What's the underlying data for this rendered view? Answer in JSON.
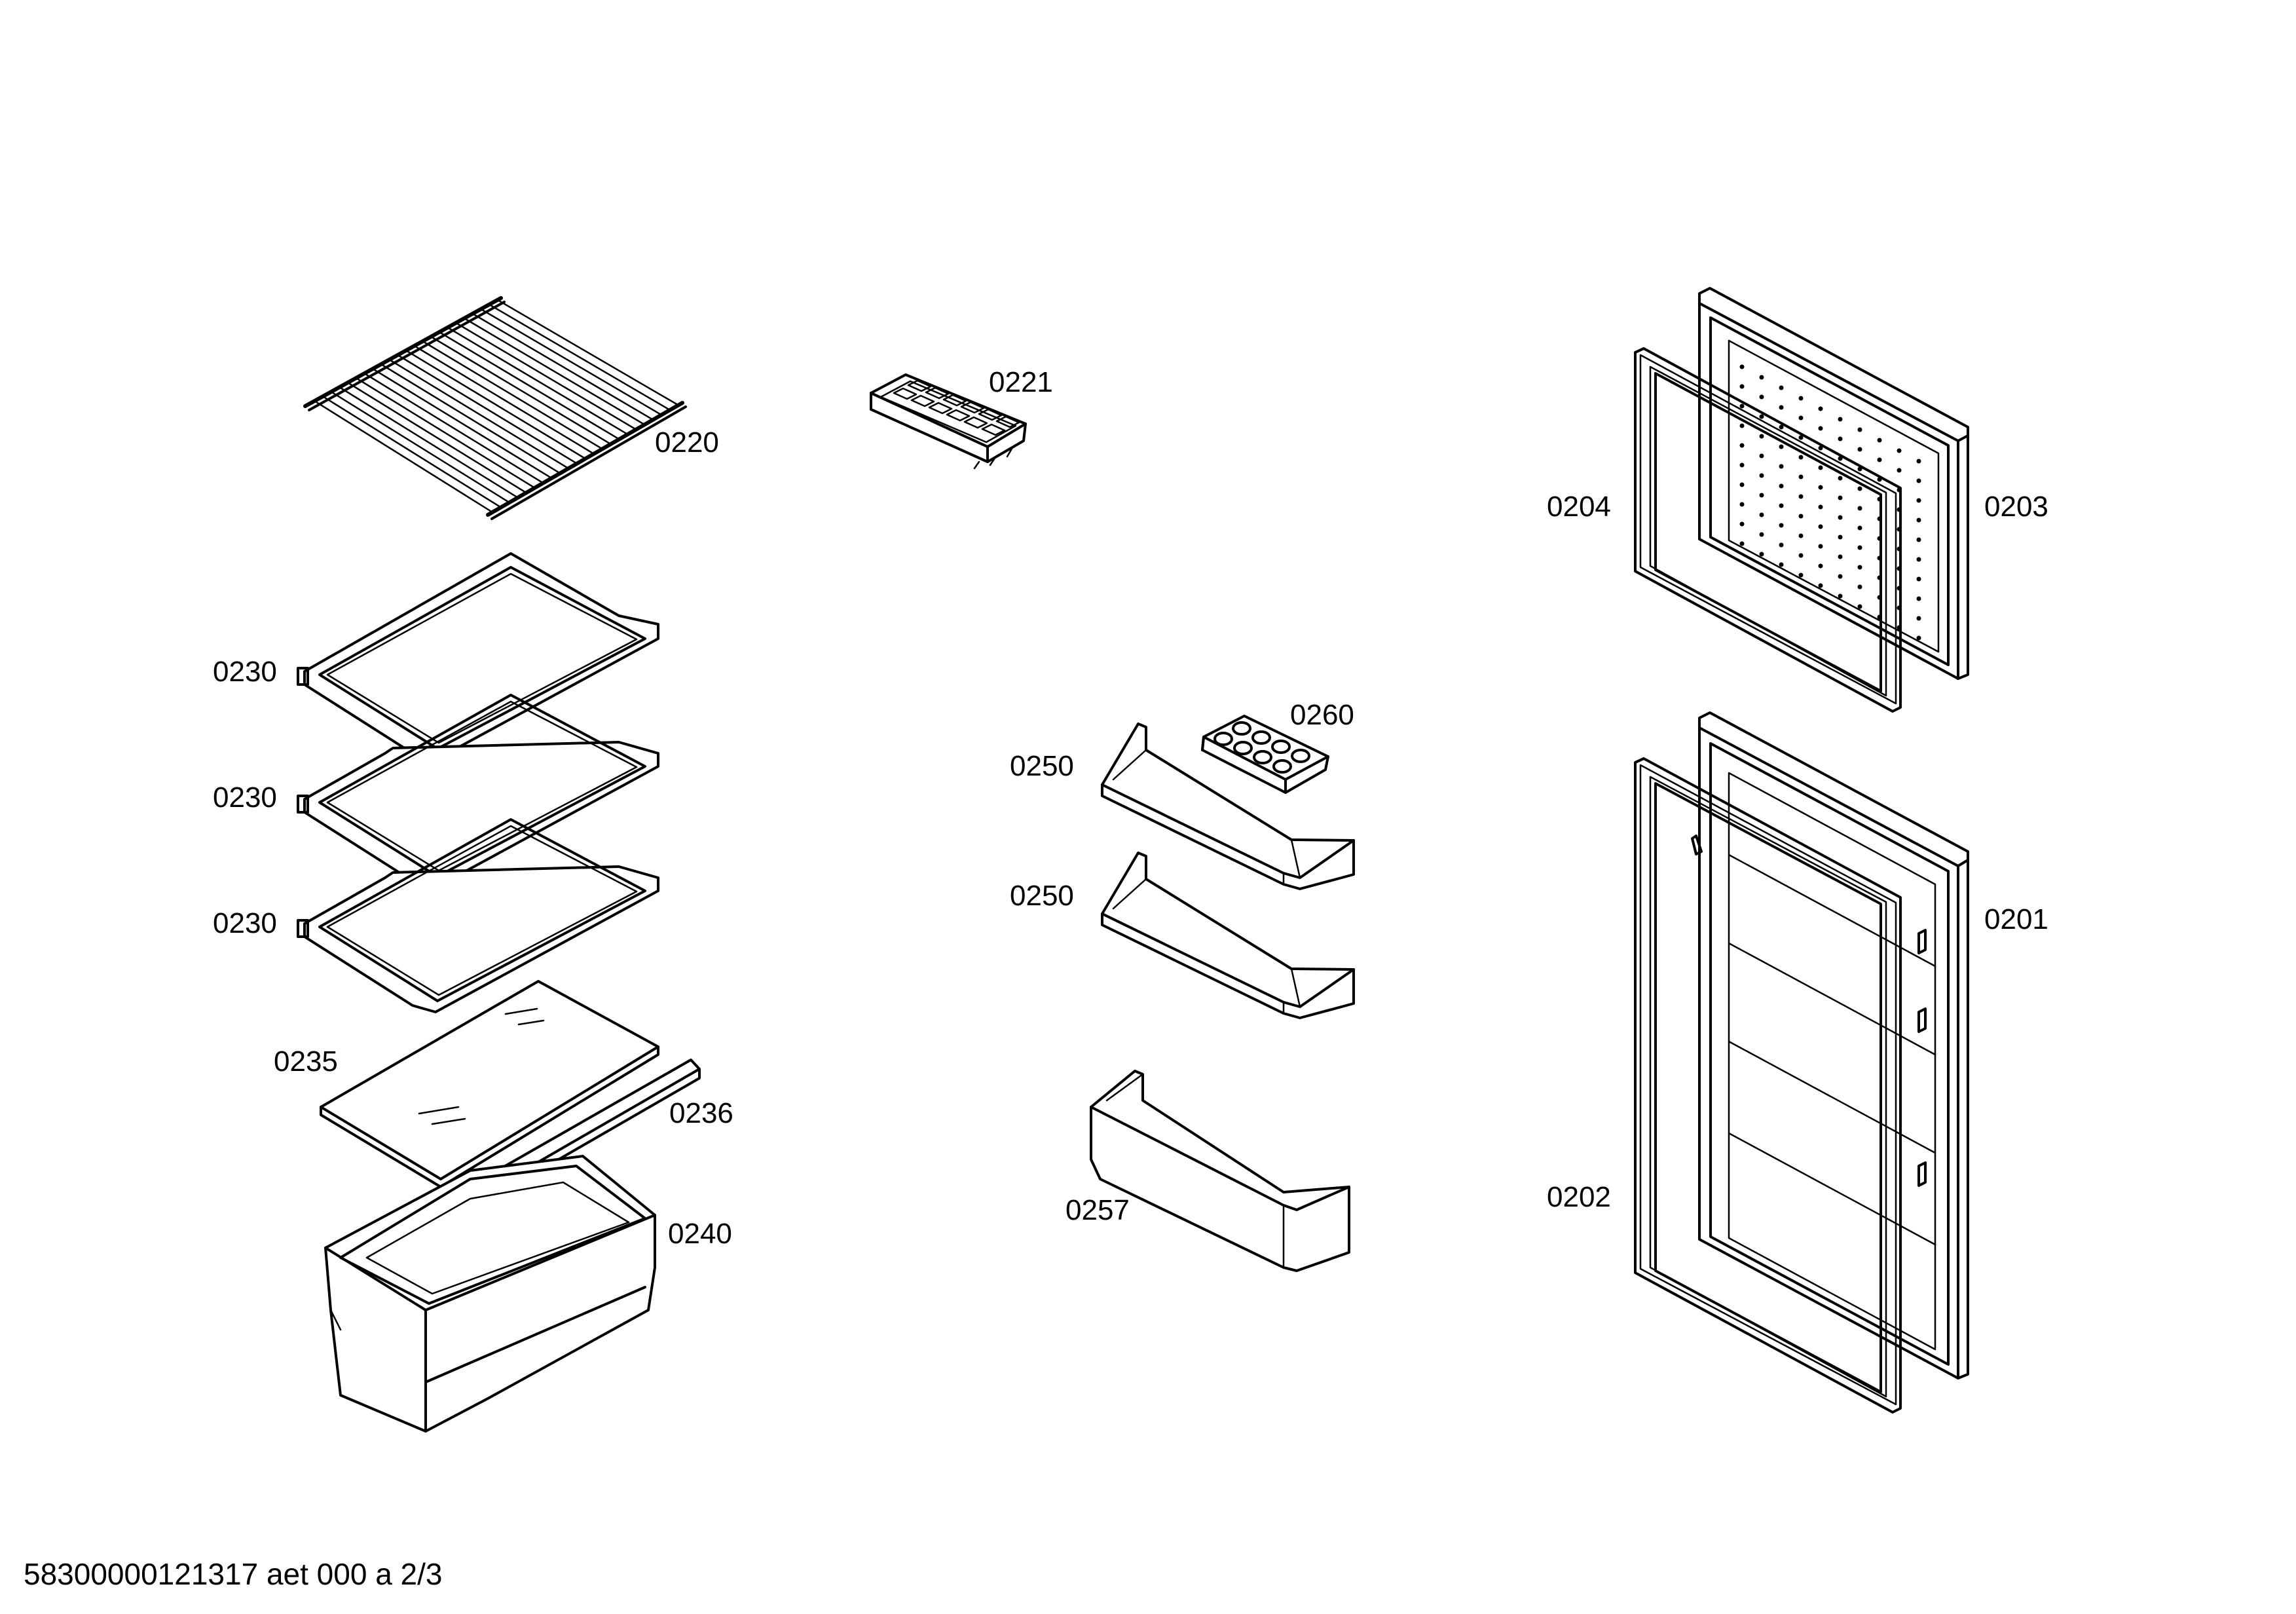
{
  "diagram": {
    "parts": {
      "p0220": "0220",
      "p0221": "0221",
      "p0230a": "0230",
      "p0230b": "0230",
      "p0230c": "0230",
      "p0235": "0235",
      "p0236": "0236",
      "p0240": "0240",
      "p0250a": "0250",
      "p0250b": "0250",
      "p0257": "0257",
      "p0260": "0260",
      "p0201": "0201",
      "p0202": "0202",
      "p0203": "0203",
      "p0204": "0204"
    }
  },
  "footer": {
    "document_id": "58300000121317 aet 000 a 2/3"
  }
}
